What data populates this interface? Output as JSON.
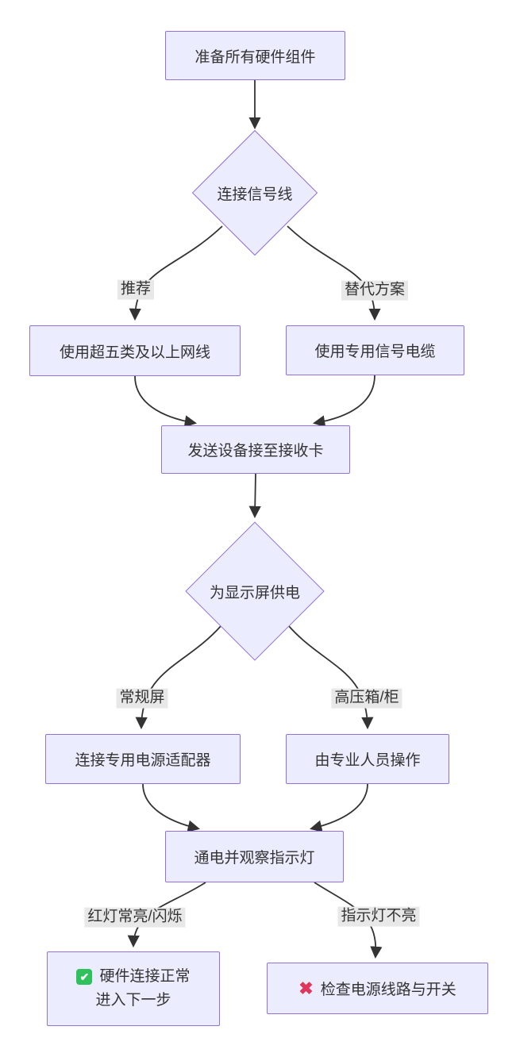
{
  "diagram": {
    "type": "flowchart",
    "direction": "top-down",
    "colors": {
      "background": "#ffffff",
      "node_fill": "#ECECFF",
      "node_border": "#9370DB",
      "text": "#333333",
      "edge": "#333333",
      "edge_label_bg": "#e8e8e8",
      "check_green": "#2EC15C",
      "cross_red": "#E0355C"
    },
    "icons": {
      "check": "✔",
      "cross": "✖"
    },
    "nodes": {
      "prepare": "准备所有硬件组件",
      "connect_signal": "连接信号线",
      "cat5_cable": "使用超五类及以上网线",
      "dedicated_cable": "使用专用信号电缆",
      "sender_to_receiver": "发送设备接至接收卡",
      "power_display": "为显示屏供电",
      "power_adapter": "连接专用电源适配器",
      "professional_only": "由专业人员操作",
      "power_on_observe": "通电并观察指示灯",
      "ok_line1": "硬件连接正常",
      "ok_line2": "进入下一步",
      "check_power_lines": "检查电源线路与开关"
    },
    "edge_labels": {
      "recommended": "推荐",
      "alternative": "替代方案",
      "regular_screen": "常规屏",
      "high_voltage_cabinet": "高压箱/柜",
      "red_light_on": "红灯常亮/闪烁",
      "indicator_off": "指示灯不亮"
    }
  }
}
